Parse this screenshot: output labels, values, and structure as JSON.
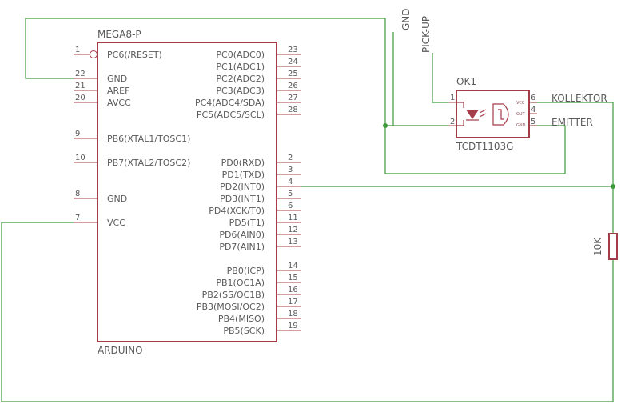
{
  "mcu": {
    "name": "MEGA8-P",
    "value": "ARDUINO",
    "left_pins": [
      {
        "num": "1",
        "name": "PC6(/RESET)",
        "inverted": true
      },
      {
        "num": "22",
        "name": "GND"
      },
      {
        "num": "21",
        "name": "AREF"
      },
      {
        "num": "20",
        "name": "AVCC"
      },
      {
        "num": "9",
        "name": "PB6(XTAL1/TOSC1)"
      },
      {
        "num": "10",
        "name": "PB7(XTAL2/TOSC2)"
      },
      {
        "num": "8",
        "name": "GND"
      },
      {
        "num": "7",
        "name": "VCC"
      }
    ],
    "right_pins": [
      {
        "num": "23",
        "name": "PC0(ADC0)"
      },
      {
        "num": "24",
        "name": "PC1(ADC1)"
      },
      {
        "num": "25",
        "name": "PC2(ADC2)"
      },
      {
        "num": "26",
        "name": "PC3(ADC3)"
      },
      {
        "num": "27",
        "name": "PC4(ADC4/SDA)"
      },
      {
        "num": "28",
        "name": "PC5(ADC5/SCL)"
      },
      {
        "num": "2",
        "name": "PD0(RXD)"
      },
      {
        "num": "3",
        "name": "PD1(TXD)"
      },
      {
        "num": "4",
        "name": "PD2(INT0)"
      },
      {
        "num": "5",
        "name": "PD3(INT1)"
      },
      {
        "num": "6",
        "name": "PD4(XCK/T0)"
      },
      {
        "num": "11",
        "name": "PD5(T1)"
      },
      {
        "num": "12",
        "name": "PD6(AIN0)"
      },
      {
        "num": "13",
        "name": "PD7(AIN1)"
      },
      {
        "num": "14",
        "name": "PB0(ICP)"
      },
      {
        "num": "15",
        "name": "PB1(OC1A)"
      },
      {
        "num": "16",
        "name": "PB2(SS/OC1B)"
      },
      {
        "num": "17",
        "name": "PB3(MOSI/OC2)"
      },
      {
        "num": "18",
        "name": "PB4(MISO)"
      },
      {
        "num": "19",
        "name": "PB5(SCK)"
      }
    ]
  },
  "optocoupler": {
    "name": "OK1",
    "value": "TCDT1103G",
    "pins": [
      {
        "num": "1"
      },
      {
        "num": "2"
      },
      {
        "num": "6"
      },
      {
        "num": "4"
      },
      {
        "num": "5"
      }
    ],
    "inner_labels": [
      "VCC",
      "OUT",
      "GND"
    ]
  },
  "resistor": {
    "value": "10K"
  },
  "net_labels": {
    "gnd": "GND",
    "pickup": "PICK-UP",
    "kollektor": "KOLLEKTOR",
    "emitter": "EMITTER"
  },
  "colors": {
    "wire": "#3c9a3c",
    "part": "#a43c4a",
    "text": "#5a5a5a"
  }
}
